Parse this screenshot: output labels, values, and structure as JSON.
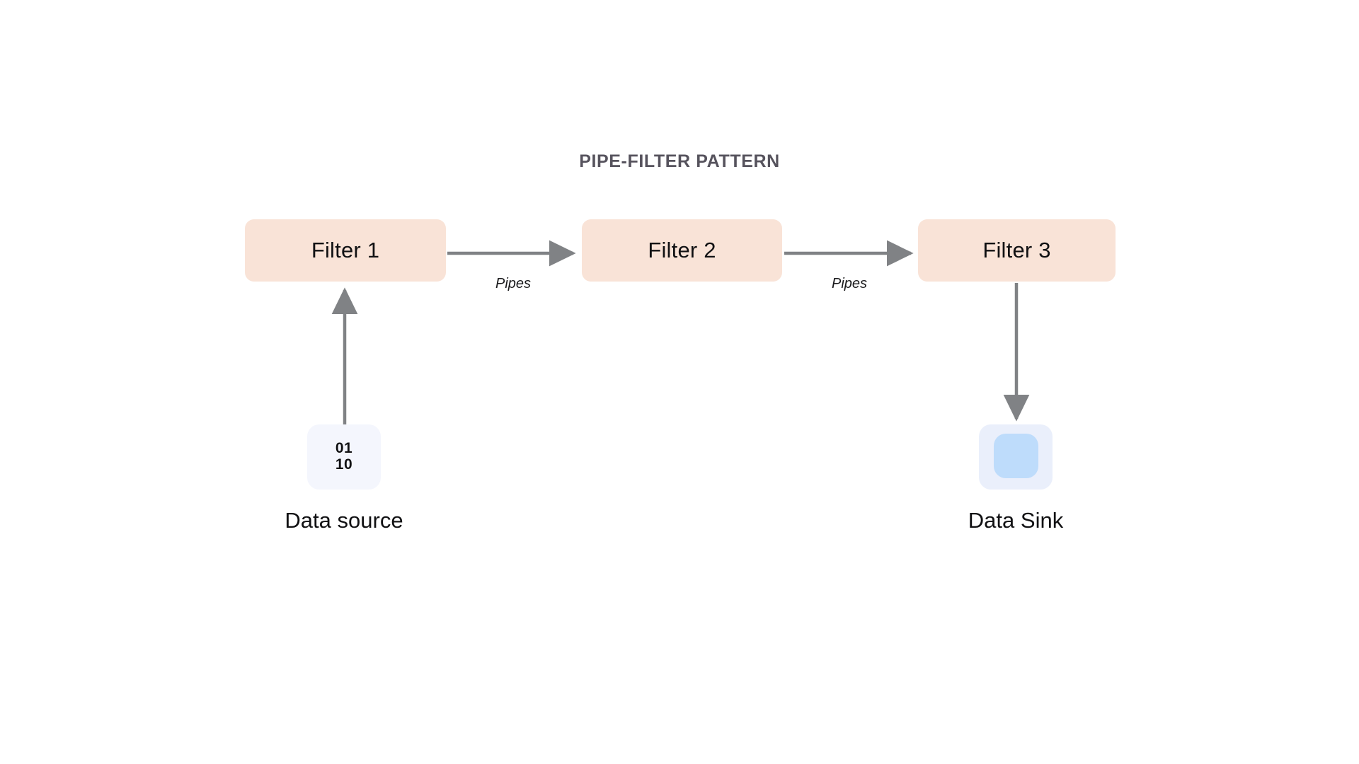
{
  "diagram": {
    "title": "PIPE-FILTER PATTERN",
    "background_color": "#ffffff",
    "title_color": "#56535d",
    "filter_fill_color": "#f9e3d7",
    "arrow_color": "#808285",
    "source_icon_color": "#f4f6fd",
    "sink_outer_color": "#eaeffb",
    "sink_inner_color": "#bedcfb",
    "text_color": "#111113"
  },
  "filters": [
    {
      "id": "filter-1",
      "label": "Filter 1"
    },
    {
      "id": "filter-2",
      "label": "Filter 2"
    },
    {
      "id": "filter-3",
      "label": "Filter 3"
    }
  ],
  "pipes": [
    {
      "id": "pipe-1",
      "label": "Pipes",
      "from": "Filter 1",
      "to": "Filter 2"
    },
    {
      "id": "pipe-2",
      "label": "Pipes",
      "from": "Filter 2",
      "to": "Filter 3"
    }
  ],
  "nodes": {
    "source": {
      "caption": "Data source",
      "icon_name": "binary-data-icon",
      "bits_top": "01",
      "bits_bottom": "10"
    },
    "sink": {
      "caption": "Data Sink",
      "icon_name": "data-sink-icon"
    }
  },
  "connections": [
    {
      "id": "conn-source-filter1",
      "from": "Data source",
      "to": "Filter 1",
      "direction": "up"
    },
    {
      "id": "conn-filter1-filter2",
      "from": "Filter 1",
      "to": "Filter 2",
      "direction": "right",
      "label": "Pipes"
    },
    {
      "id": "conn-filter2-filter3",
      "from": "Filter 2",
      "to": "Filter 3",
      "direction": "right",
      "label": "Pipes"
    },
    {
      "id": "conn-filter3-sink",
      "from": "Filter 3",
      "to": "Data Sink",
      "direction": "down"
    }
  ]
}
